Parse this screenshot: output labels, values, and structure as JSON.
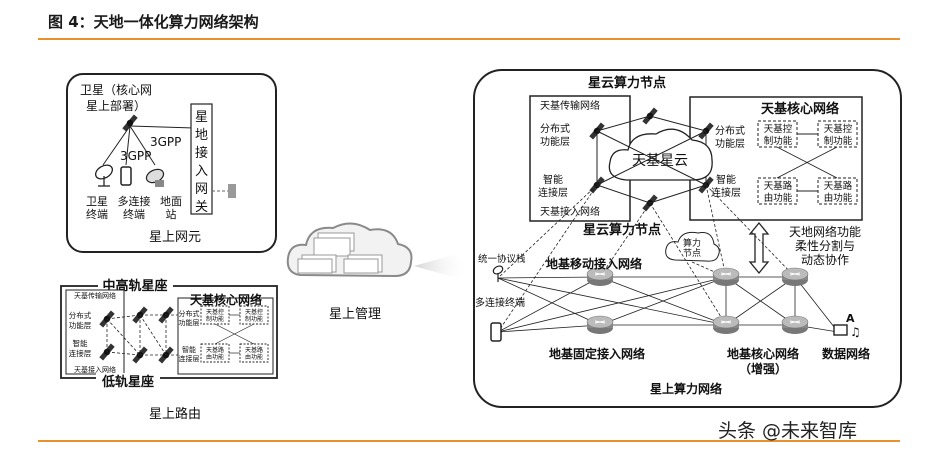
{
  "title": "图 4：天地一体化算力网络架构",
  "watermark": "头条 @未来智库",
  "colors": {
    "accent": "#e8912d"
  },
  "left_top": {
    "satellite_label": "卫星（核心网\n星上部署）",
    "protocol_a": "3GPP",
    "protocol_b": "3GPP",
    "gateway": "星地接入网关",
    "terminals": [
      "卫星\n终端",
      "多连接\n终端",
      "地面\n站"
    ],
    "caption": "星上网元"
  },
  "left_bottom": {
    "meo_title": "中高轨星座",
    "core_title": "天基核心网络",
    "transport": "天基传输网络",
    "distributed_layer": "分布式\n功能层",
    "smart_layer": "智能\n连接层",
    "access": "天基接入网络",
    "core_boxes": [
      "天基控\n制功能",
      "天基控\n制功能",
      "天基路\n由功能",
      "天基路\n由功能"
    ],
    "leo_title": "低轨星座",
    "caption": "星上路由"
  },
  "middle": {
    "caption": "星上管理"
  },
  "right": {
    "node_top": "星云算力节点",
    "transport": "天基传输网络",
    "distributed_layer": "分布式\n功能层",
    "smart_layer": "智能\n连接层",
    "access": "天基接入网络",
    "cloud": "天基星云",
    "distributed_layer_b": "分布式\n功能层",
    "smart_layer_b": "智能\n连接层",
    "core_title": "天基核心网络",
    "core_boxes": [
      "天基控\n制功能",
      "天基控\n制功能",
      "天基路\n由功能",
      "天基路\n由功能"
    ],
    "node_bottom": "星云算力节点",
    "cloud_node": "算力\n节点",
    "split_label": "天地网络功能\n柔性分割与\n动态协作",
    "unified": "统一协议栈",
    "ground_mobile": "地基移动接入网络",
    "multi_terminal": "多连接终端",
    "ground_fixed": "地基固定接入网络",
    "ground_core": "地基核心网络\n（增强）",
    "data_network": "数据网络",
    "caption": "星上算力网络"
  }
}
